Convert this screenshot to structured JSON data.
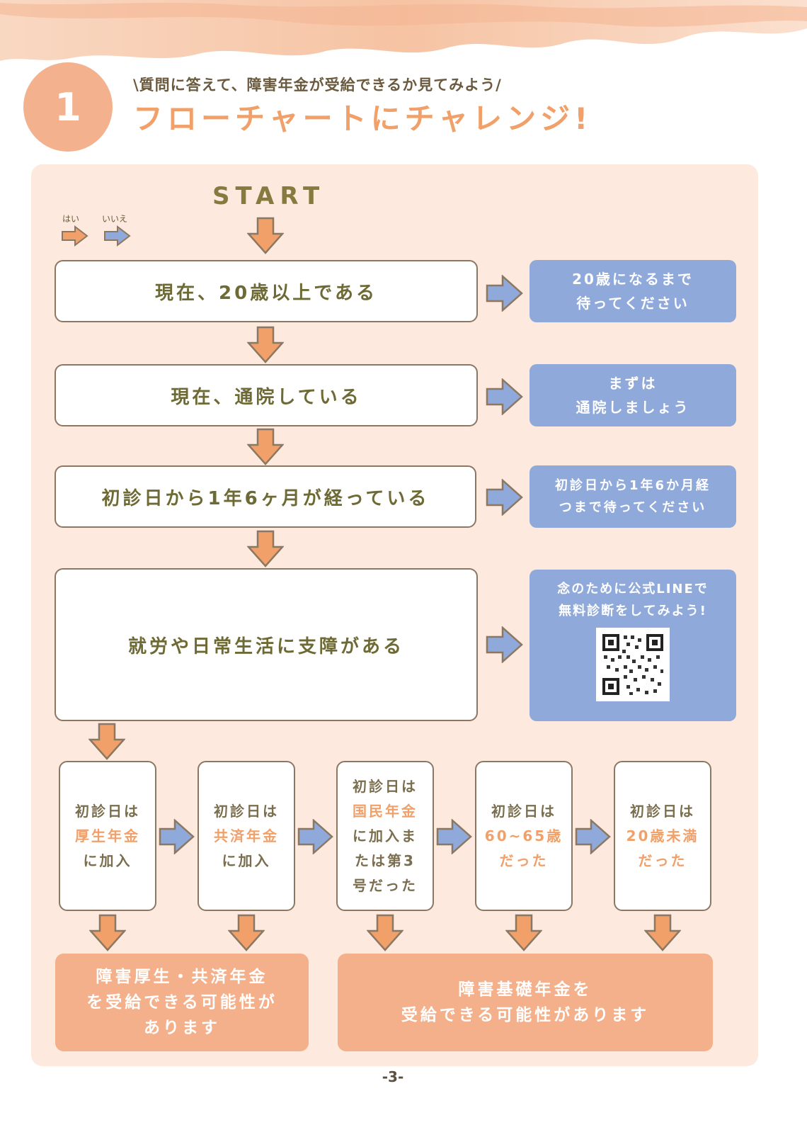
{
  "header": {
    "step_number": "1",
    "subheading": "\\質問に答えて、障害年金が受給できるか見てみよう/",
    "title": "フローチャートにチャレンジ!"
  },
  "legend": {
    "yes_label": "はい",
    "no_label": "いいえ"
  },
  "start_label": "START",
  "questions": [
    {
      "text": "現在、20歳以上である",
      "no_lines": [
        "20歳になるまで",
        "待ってください"
      ]
    },
    {
      "text": "現在、通院している",
      "no_lines": [
        "まずは",
        "通院しましょう"
      ]
    },
    {
      "text": "初診日から1年6ヶ月が経っている",
      "no_lines": [
        "初診日から1年6か月経",
        "つまで待ってください"
      ]
    },
    {
      "text": "就労や日常生活に支障がある",
      "no_lines": [
        "念のために公式LINEで",
        "無料診断をしてみよう!"
      ]
    }
  ],
  "branches": [
    {
      "line1": "初診日は",
      "highlight": "厚生年金",
      "line3": "に加入"
    },
    {
      "line1": "初診日は",
      "highlight": "共済年金",
      "line3": "に加入"
    },
    {
      "line1": "初診日は",
      "highlight": "国民年金",
      "line3": "に加入ま",
      "line4": "たは第3",
      "line5": "号だった"
    },
    {
      "line1": "初診日は",
      "highlight": "60~65歳",
      "line3": "だった"
    },
    {
      "line1": "初診日は",
      "highlight": "20歳未満",
      "line3": "だった"
    }
  ],
  "results": [
    {
      "line1": "障害厚生・共済年金",
      "line2": "を受給できる可能性が",
      "line3": "あります"
    },
    {
      "line1": "障害基礎年金を",
      "line2": "受給できる可能性があります"
    }
  ],
  "page_number": "-3-",
  "colors": {
    "yes_arrow": "#f0a068",
    "no_arrow": "#8fa9da",
    "accent": "#f0a068",
    "panel": "#fde9dd"
  }
}
